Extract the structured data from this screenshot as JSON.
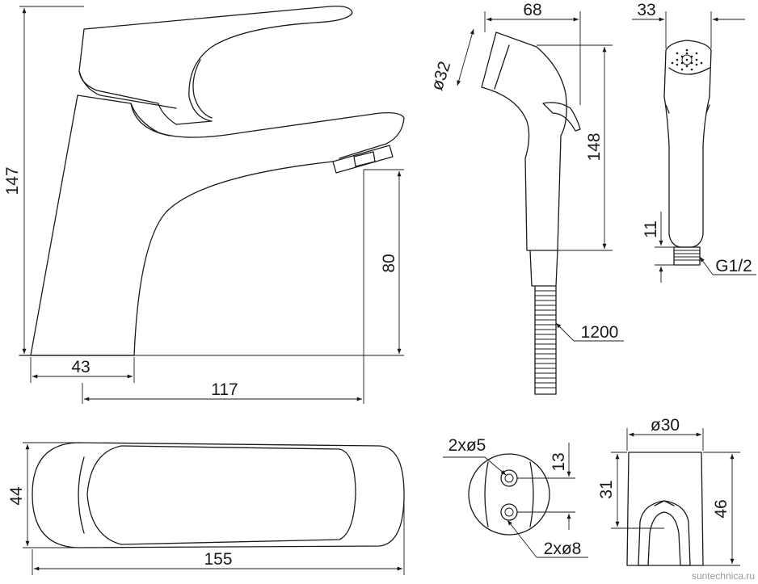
{
  "dimensions": {
    "faucet_height": "147",
    "spout_height": "80",
    "base_width": "43",
    "spout_reach": "117",
    "top_length": "155",
    "top_width": "44",
    "shower_depth": "68",
    "shower_diameter": "ø32",
    "shower_length": "148",
    "shower_width": "33",
    "thread_length": "11",
    "thread_size": "G1/2",
    "hose_length": "1200",
    "holes_small": "2xø5",
    "holes_large": "2xø8",
    "hole_spacing": "13",
    "holder_diameter": "ø30",
    "holder_hook_height": "31",
    "holder_height": "46"
  },
  "watermark": "suntechnica.ru"
}
